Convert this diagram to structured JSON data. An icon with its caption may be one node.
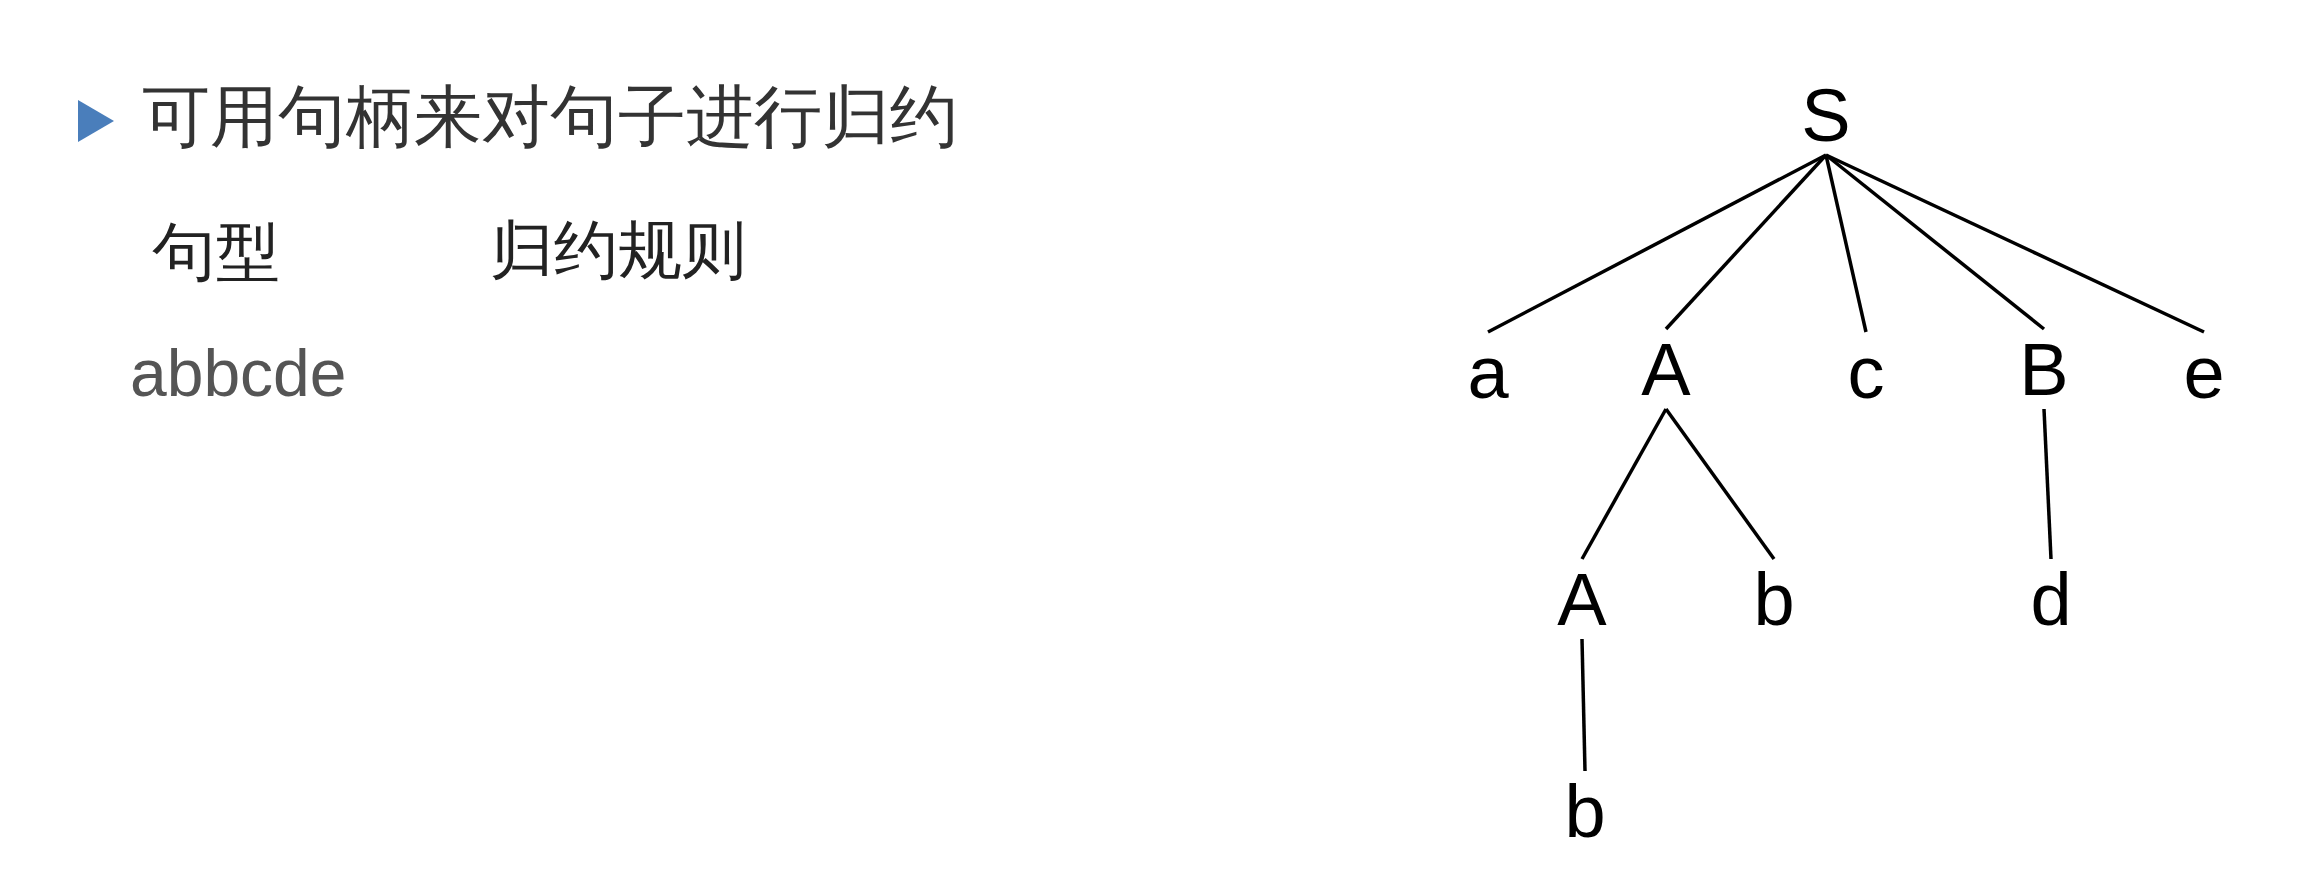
{
  "diagram": {
    "nodes": [
      {
        "text": [
          "S"
        ]
      },
      {
        "text": [
          "a"
        ]
      },
      {
        "text": [
          "A"
        ]
      },
      {
        "text": [
          "c"
        ]
      },
      {
        "text": [
          "B"
        ]
      },
      {
        "text": [
          "e"
        ]
      },
      {
        "text": [
          "A"
        ]
      },
      {
        "text": [
          "b"
        ]
      },
      {
        "text": [
          "d"
        ]
      },
      {
        "text": [
          "b"
        ]
      }
    ],
    "edges": [
      {
        "from": 0,
        "to": 1,
        "arrow": "none"
      },
      {
        "from": 0,
        "to": 2,
        "arrow": "none"
      },
      {
        "from": 0,
        "to": 3,
        "arrow": "none"
      },
      {
        "from": 0,
        "to": 4,
        "arrow": "none"
      },
      {
        "from": 0,
        "to": 5,
        "arrow": "none"
      },
      {
        "from": 2,
        "to": 6,
        "arrow": "none"
      },
      {
        "from": 2,
        "to": 7,
        "arrow": "none"
      },
      {
        "from": 4,
        "to": 8,
        "arrow": "none"
      },
      {
        "from": 6,
        "to": 9,
        "arrow": "none"
      }
    ],
    "labels": [
      "可用句柄来对句子进行归约",
      "句型",
      "归约规则",
      "abbcde"
    ]
  }
}
